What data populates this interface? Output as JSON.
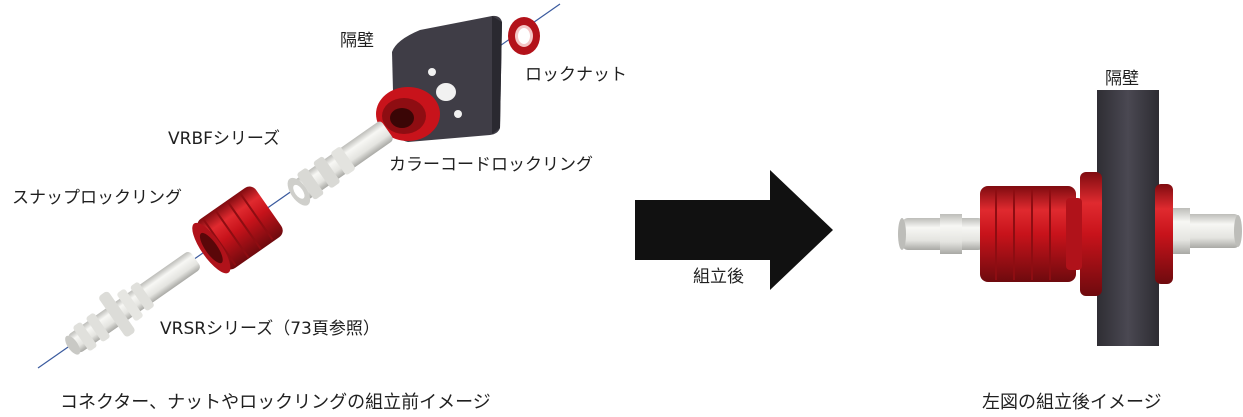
{
  "left_diagram": {
    "labels": {
      "bulkhead": "隔壁",
      "lock_nut": "ロックナット",
      "vrbf_series": "VRBFシリーズ",
      "color_code_lock_ring": "カラーコードロックリング",
      "snap_lock_ring": "スナップロックリング",
      "vrsr_series": "VRSRシリーズ（73頁参照）"
    },
    "caption": "コネクター、ナットやロックリングの組立前イメージ"
  },
  "arrow": {
    "label": "組立後"
  },
  "right_diagram": {
    "labels": {
      "bulkhead": "隔壁"
    },
    "caption": "左図の組立後イメージ"
  },
  "colors": {
    "red_part": "#c8131b",
    "dark_red": "#8e0d12",
    "bulkhead_gray": "#3e3c44",
    "white_part": "#e9e9e6",
    "axis_line": "#3a5a9e",
    "arrow": "#111111"
  }
}
